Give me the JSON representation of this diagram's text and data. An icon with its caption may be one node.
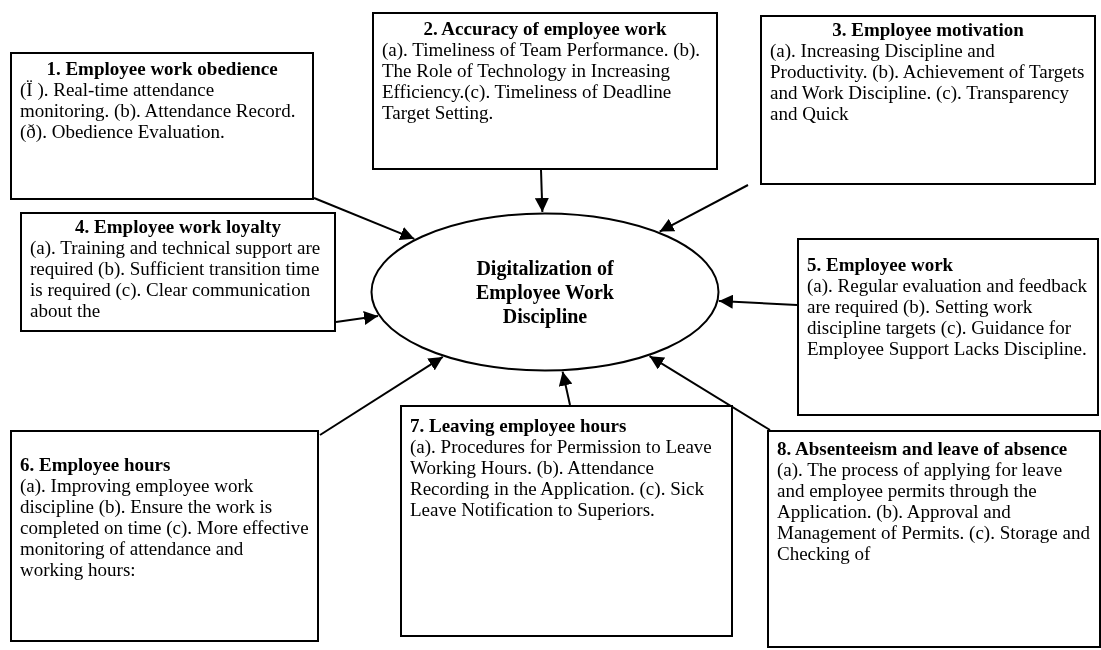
{
  "diagram": {
    "nodes": [
      {
        "text": [
          "1. Employee work obedience",
          "(Ï ). Real-time attendance monitoring. (b). Attendance Record. (ð). Obedience Evaluation."
        ]
      },
      {
        "text": [
          "2. Accuracy of employee work",
          "(a). Timeliness of Team Performance. (b). The Role of Technology in Increasing Efficiency.(c). Timeliness of Deadline Target Setting."
        ]
      },
      {
        "text": [
          "3. Employee motivation",
          "(a). Increasing Discipline and Productivity. (b). Achievement of Targets and Work Discipline. (c). Transparency and Quick"
        ]
      },
      {
        "text": [
          "4. Employee work loyalty",
          "(a). Training and technical support are required (b). Sufficient transition time is required (c). Clear communication about the"
        ]
      },
      {
        "text": [
          "Digitalization of Employee Work Discipline"
        ]
      },
      {
        "text": [
          "5. Employee work",
          "(a).  Regular evaluation and feedback are required (b). Setting work discipline targets (c). Guidance for Employee Support Lacks Discipline."
        ]
      },
      {
        "text": [
          "6. Employee hours",
          "(a). Improving employee work discipline (b). Ensure the work is completed on time (c). More effective monitoring of attendance and working hours:"
        ]
      },
      {
        "text": [
          "7. Leaving employee hours",
          "(a). Procedures for Permission to Leave Working Hours. (b). Attendance Recording in the Application. (c). Sick Leave Notification to Superiors."
        ]
      },
      {
        "text": [
          "8. Absenteeism and leave of absence",
          "(a). The process of applying for leave and employee permits through the Application. (b). Approval and Management of Permits. (c). Storage and Checking of"
        ]
      }
    ],
    "edges": [
      {
        "from": 0,
        "to": 4,
        "arrow": "to"
      },
      {
        "from": 1,
        "to": 4,
        "arrow": "to"
      },
      {
        "from": 2,
        "to": 4,
        "arrow": "to"
      },
      {
        "from": 3,
        "to": 4,
        "arrow": "to"
      },
      {
        "from": 5,
        "to": 4,
        "arrow": "to"
      },
      {
        "from": 6,
        "to": 4,
        "arrow": "to"
      },
      {
        "from": 7,
        "to": 4,
        "arrow": "to"
      },
      {
        "from": 8,
        "to": 4,
        "arrow": "to"
      }
    ]
  }
}
